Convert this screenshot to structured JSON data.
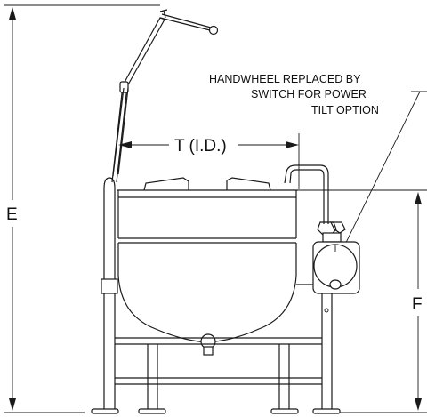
{
  "labels": {
    "height_overall": "E",
    "inside_diameter": "T (I.D.)",
    "height_to_rim": "F",
    "note_line1": "HANDWHEEL REPLACED BY",
    "note_line2": "SWITCH FOR POWER",
    "note_line3": "TILT OPTION"
  },
  "colors": {
    "line": "#1a1a1a",
    "background": "#ffffff"
  }
}
